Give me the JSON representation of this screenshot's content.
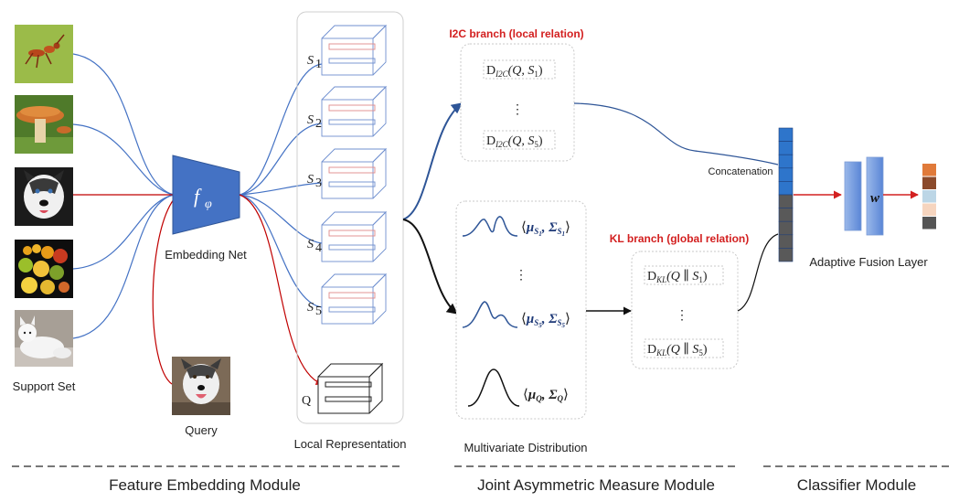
{
  "labels": {
    "support_set": "Support Set",
    "query": "Query",
    "embedding_net": "Embedding Net",
    "embedding_symbol": "f",
    "embedding_sub": "φ",
    "local_representation": "Local Representation",
    "multivariate_distribution": "Multivariate Distribution",
    "i2c_branch": "I2C branch (local relation)",
    "kl_branch": "KL branch (global relation)",
    "concatenation": "Concatenation",
    "adaptive_fusion": "Adaptive Fusion Layer",
    "fusion_weight": "w",
    "query_symbol": "Q",
    "s_symbol": "S",
    "s_subs": [
      "1",
      "2",
      "3",
      "4",
      "5"
    ],
    "dots": "⋮"
  },
  "i2c": {
    "first": {
      "D": "D",
      "sub": "I2C",
      "args": "(Q, S",
      "idx": "1",
      "close": ")"
    },
    "last": {
      "D": "D",
      "sub": "I2C",
      "args": "(Q, S",
      "idx": "5",
      "close": ")"
    }
  },
  "kl": {
    "first": {
      "D": "D",
      "sub": "KL",
      "args": "(Q ∥ S",
      "idx": "1",
      "close": ")"
    },
    "last": {
      "D": "D",
      "sub": "KL",
      "args": "(Q ∥ S",
      "idx": "5",
      "close": ")"
    }
  },
  "distributions": {
    "s1": {
      "open": "⟨",
      "mu": "μ",
      "mu_sub": "S",
      "mu_idx": "1",
      "sigma": "Σ",
      "sig_sub": "S",
      "sig_idx": "1",
      "close": "⟩"
    },
    "s5": {
      "open": "⟨",
      "mu": "μ",
      "mu_sub": "S",
      "mu_idx": "5",
      "sigma": "Σ",
      "sig_sub": "S",
      "sig_idx": "5",
      "close": "⟩"
    },
    "q": {
      "open": "⟨",
      "mu": "μ",
      "mu_sub": "Q",
      "sigma": "Σ",
      "sig_sub": "Q",
      "close": "⟩"
    }
  },
  "modules": {
    "feature_embedding": "Feature Embedding Module",
    "joint_asymmetric": "Joint Asymmetric Measure Module",
    "classifier": "Classifier Module"
  },
  "images": {
    "support": [
      "ant-photo",
      "mushroom-photo",
      "husky-photo",
      "fruit-photo",
      "arctic-fox-photo"
    ],
    "query": "husky-query-photo"
  },
  "colors": {
    "blue": "#4472c4",
    "dark_blue": "#2e5597",
    "red": "#c00000",
    "concat_blue": "#2e75cb",
    "concat_gray": "#595959",
    "fusion_blue": "#6d97dc",
    "output_bars": [
      "#e07a3a",
      "#8b4a2b",
      "#bcd6e6",
      "#f6d5bf",
      "#555555"
    ]
  }
}
